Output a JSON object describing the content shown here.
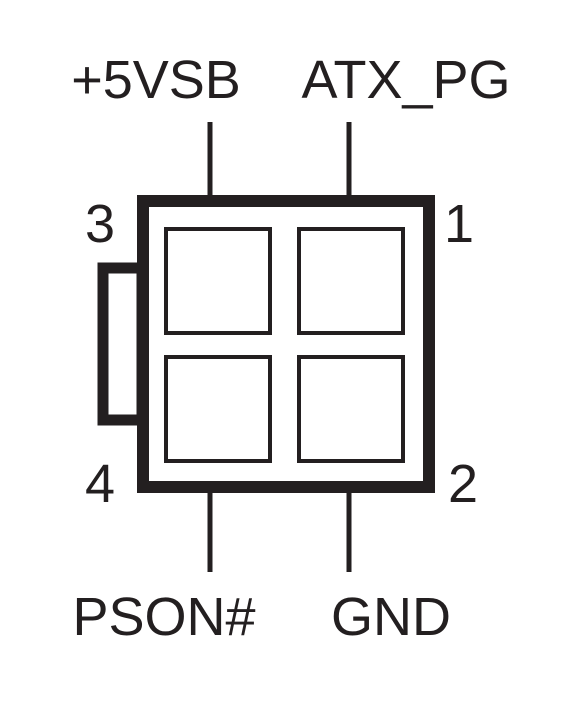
{
  "connector": {
    "colors": {
      "ink": "#231f20",
      "background": "#ffffff"
    },
    "pins": [
      {
        "number": "1",
        "signal": "ATX_PG"
      },
      {
        "number": "2",
        "signal": "GND"
      },
      {
        "number": "3",
        "signal": "+5VSB"
      },
      {
        "number": "4",
        "signal": "PSON#"
      }
    ]
  }
}
